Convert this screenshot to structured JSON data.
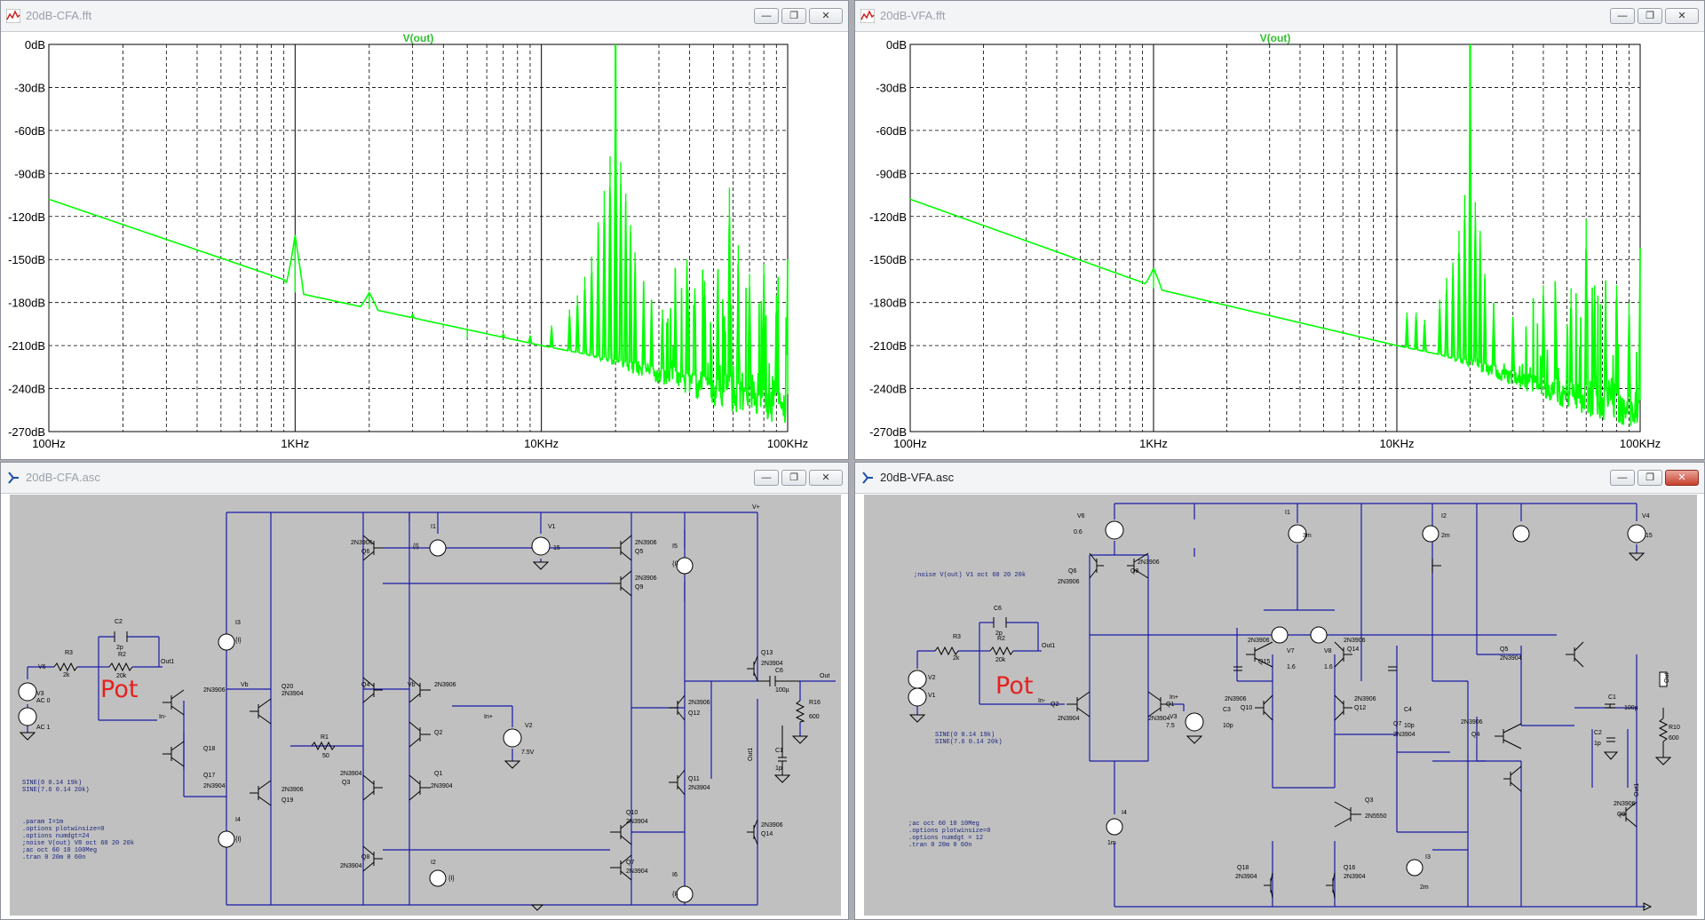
{
  "windows": {
    "fft_cfa": {
      "title": "20dB-CFA.fft"
    },
    "fft_vfa": {
      "title": "20dB-VFA.fft"
    },
    "sch_cfa": {
      "title": "20dB-CFA.asc"
    },
    "sch_vfa": {
      "title": "20dB-VFA.asc"
    }
  },
  "controls": {
    "minimize_glyph": "—",
    "restore_glyph": "❐",
    "close_glyph": "✕"
  },
  "colors": {
    "trace": "#00ff00",
    "grid": "#000000",
    "wire": "#1a1aa8",
    "schematic_bg": "#c0c0c0",
    "pot_label": "#e52020"
  },
  "icons": {
    "fft_window": "waveform-icon",
    "schematic_window": "ltspice-schematic-icon"
  },
  "chart_data": [
    {
      "type": "line",
      "title": "V(out)",
      "x_scale": "log",
      "xlim": [
        100,
        100000
      ],
      "ylim": [
        -270,
        0
      ],
      "grid": true,
      "x_ticks": [
        "100Hz",
        "1KHz",
        "10KHz",
        "100KHz"
      ],
      "y_ticks": [
        "0dB",
        "-30dB",
        "-60dB",
        "-90dB",
        "-120dB",
        "-150dB",
        "-180dB",
        "-210dB",
        "-240dB",
        "-270dB"
      ],
      "noise_floor": {
        "x": [
          100,
          900,
          1000,
          10000,
          60000,
          100000
        ],
        "y": [
          -108,
          -164,
          -173,
          -210,
          -236,
          -244
        ]
      },
      "peaks": [
        {
          "x": 1000,
          "y": -133
        },
        {
          "x": 2000,
          "y": -173
        },
        {
          "x": 3000,
          "y": -188
        },
        {
          "x": 4000,
          "y": -198
        },
        {
          "x": 5000,
          "y": -205
        },
        {
          "x": 7000,
          "y": -202
        },
        {
          "x": 9000,
          "y": -203
        },
        {
          "x": 11000,
          "y": -196
        },
        {
          "x": 13000,
          "y": -185
        },
        {
          "x": 14000,
          "y": -175
        },
        {
          "x": 15000,
          "y": -162
        },
        {
          "x": 16000,
          "y": -148
        },
        {
          "x": 17000,
          "y": -124
        },
        {
          "x": 18000,
          "y": -102
        },
        {
          "x": 19000,
          "y": -78
        },
        {
          "x": 20000,
          "y": 0
        },
        {
          "x": 21000,
          "y": -82
        },
        {
          "x": 22000,
          "y": -104
        },
        {
          "x": 23000,
          "y": -126
        },
        {
          "x": 24000,
          "y": -145
        },
        {
          "x": 26000,
          "y": -165
        },
        {
          "x": 28000,
          "y": -178
        },
        {
          "x": 31000,
          "y": -185
        },
        {
          "x": 35000,
          "y": -170
        },
        {
          "x": 39000,
          "y": -150
        },
        {
          "x": 42000,
          "y": -170
        },
        {
          "x": 46000,
          "y": -165
        },
        {
          "x": 52000,
          "y": -160
        },
        {
          "x": 58000,
          "y": -100
        },
        {
          "x": 63000,
          "y": -140
        },
        {
          "x": 70000,
          "y": -160
        },
        {
          "x": 80000,
          "y": -153
        },
        {
          "x": 90000,
          "y": -175
        },
        {
          "x": 100000,
          "y": -150
        }
      ]
    },
    {
      "type": "line",
      "title": "V(out)",
      "x_scale": "log",
      "xlim": [
        100,
        100000
      ],
      "ylim": [
        -270,
        0
      ],
      "grid": true,
      "x_ticks": [
        "100Hz",
        "1KHz",
        "10KHz",
        "100KHz"
      ],
      "y_ticks": [
        "0dB",
        "-30dB",
        "-60dB",
        "-90dB",
        "-120dB",
        "-150dB",
        "-180dB",
        "-210dB",
        "-240dB",
        "-270dB"
      ],
      "noise_floor": {
        "x": [
          100,
          900,
          1000,
          10000,
          60000,
          100000
        ],
        "y": [
          -108,
          -166,
          -170,
          -210,
          -238,
          -248
        ]
      },
      "peaks": [
        {
          "x": 1000,
          "y": -156
        },
        {
          "x": 11000,
          "y": -187
        },
        {
          "x": 12000,
          "y": -187
        },
        {
          "x": 13000,
          "y": -192
        },
        {
          "x": 15000,
          "y": -178
        },
        {
          "x": 16000,
          "y": -163
        },
        {
          "x": 17000,
          "y": -152
        },
        {
          "x": 18000,
          "y": -130
        },
        {
          "x": 19000,
          "y": -105
        },
        {
          "x": 20000,
          "y": 0
        },
        {
          "x": 21000,
          "y": -110
        },
        {
          "x": 22000,
          "y": -130
        },
        {
          "x": 23000,
          "y": -160
        },
        {
          "x": 25000,
          "y": -180
        },
        {
          "x": 30000,
          "y": -190
        },
        {
          "x": 40000,
          "y": -168
        },
        {
          "x": 45000,
          "y": -180
        },
        {
          "x": 52000,
          "y": -170
        },
        {
          "x": 60000,
          "y": -122
        },
        {
          "x": 65000,
          "y": -168
        },
        {
          "x": 72000,
          "y": -178
        },
        {
          "x": 80000,
          "y": -168
        },
        {
          "x": 90000,
          "y": -180
        },
        {
          "x": 100000,
          "y": -142
        }
      ]
    }
  ],
  "cfa": {
    "pot_label": "Pot",
    "parts": {
      "R3": "R3",
      "R3v": "2k",
      "C2": "C2",
      "C2v": "2p",
      "R2": "R2",
      "R2v": "20k",
      "out1": "Out1",
      "V6": "V6",
      "V3": "V3",
      "V3v": "AC 0",
      "ac1": "AC 1",
      "inm": "In-",
      "inp": "In+",
      "vb1": "Vb",
      "vb2": "Vb",
      "I3": "I3",
      "I3v": "{I}",
      "I4": "I4",
      "I4v": "{I}",
      "I1": "I1",
      "I1v": "{I}",
      "I2": "I2",
      "I2v": "{I}",
      "I5": "I5",
      "I5v": "{I}",
      "I6": "I6",
      "I6v": "{I}",
      "V1": "V1",
      "V1v": "15",
      "V2": "V2",
      "V2v": "7.5V",
      "R1": "R1",
      "R1v": "50",
      "R16": "R16",
      "R16v": "600",
      "C6": "C6",
      "C6v": "100µ",
      "C1": "C1",
      "C1v": "1p",
      "out": "Out",
      "vplus": "V+",
      "out1v": "Out1",
      "q18": "Q18",
      "q17": "Q17",
      "q20": "Q20",
      "q19": "Q19",
      "q6": "Q6",
      "q4": "Q4",
      "q3": "Q3",
      "q8": "Q8",
      "q2": "Q2",
      "q1": "Q1",
      "q5": "Q5",
      "q9": "Q9",
      "q12": "Q12",
      "q11": "Q11",
      "q10": "Q10",
      "q7": "Q7",
      "q13": "Q13",
      "q14": "Q14",
      "pnp": "2N3906",
      "npn": "2N3904"
    },
    "sine1": "SINE(0 0.14 19k)",
    "sine2": "SINE(7.6 0.14 20k)",
    "directives": [
      ".param I=1m",
      ".options plotwinsize=0",
      ".options numdgt=24",
      ";noise V(out) V8 oct 60 20 20k",
      ";ac oct 60 10 100Meg",
      ".tran 0 20m 0 60n"
    ]
  },
  "vfa": {
    "pot_label": "Pot",
    "noise_directive": ";noise V(out) V1 oct 60 20 20k",
    "parts": {
      "V6": "V6",
      "V6v": "0.6",
      "I1": "I1",
      "I1v": "3m",
      "I2": "I2",
      "I2v": "2m",
      "V4": "V4",
      "V4v": "15",
      "q6": "Q6",
      "q8": "Q8",
      "q15": "Q15",
      "q14": "Q14",
      "V7": "V7",
      "V7v": "1.6",
      "V8": "V8",
      "V8v": "1.6",
      "q10": "Q10",
      "q12": "Q12",
      "c3": "C3",
      "c3v": "10p",
      "c4": "C4",
      "c4v": "10p",
      "R3": "R3",
      "R3v": "2k",
      "C6": "C6",
      "C6v": "2p",
      "R2": "R2",
      "R2v": "20k",
      "out1": "Out1",
      "V2": "V2",
      "V1": "V1",
      "inm": "In-",
      "inp": "In+",
      "q2": "Q2",
      "q1": "Q1",
      "V3": "V3",
      "V3v": "7.5",
      "I4": "I4",
      "I4v": "1m",
      "q7": "Q7",
      "q3": "Q3",
      "q5": "Q5",
      "q4": "Q4",
      "q9": "Q9",
      "q18": "Q18",
      "q16": "Q16",
      "c1": "C1",
      "c1v": "100µ",
      "c2": "C2",
      "c2v": "1p",
      "r10": "R10",
      "r10v": "600",
      "I3": "I3",
      "I3v": "2m",
      "out": "Out",
      "out1v": "Out1",
      "n5550": "2N5550",
      "pnp": "2N3906",
      "npn": "2N3904"
    },
    "sine1": "SINE(0 0.14 19k)",
    "sine2": "SINE(7.6 0.14 20k)",
    "directives": [
      ";ac oct 60 10 10Meg",
      ".options plotwinsize=0",
      ".options numdgt = 12",
      ".tran 0 20m 0 60n"
    ]
  }
}
